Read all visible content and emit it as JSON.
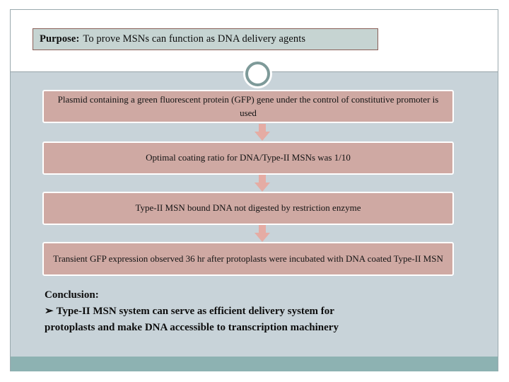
{
  "slide": {
    "title": {
      "lead": "Purpose:",
      "text": "To prove MSNs can function as DNA delivery agents"
    },
    "ornament": "ring-ornament",
    "flow_steps": [
      {
        "id": "step-1",
        "text": "Plasmid containing a green fluorescent protein (GFP) gene under the control of constitutive promoter is used"
      },
      {
        "id": "step-2",
        "text": "Optimal coating ratio for DNA/Type-II MSNs was 1/10"
      },
      {
        "id": "step-3",
        "text": "Type-II MSN bound DNA not digested by restriction enzyme"
      },
      {
        "id": "step-4",
        "text": "Transient GFP expression observed 36 hr after protoplasts were incubated with DNA coated Type-II MSN"
      }
    ],
    "connectors": [
      {
        "id": "arrow-1",
        "glyph": "down-arrow"
      },
      {
        "id": "arrow-2",
        "glyph": "down-arrow"
      },
      {
        "id": "arrow-3",
        "glyph": "down-arrow"
      }
    ],
    "conclusion": {
      "heading": "Conclusion:",
      "bullet_glyph": "➢",
      "line1": "Type-II MSN system can serve as efficient delivery system for",
      "line2": "protoplasts and make DNA accessible to transcription machinery"
    }
  },
  "colors": {
    "title_fill": "#c6d4d2",
    "title_border": "#8a5f58",
    "body_background": "#c8d3d9",
    "box_fill": "#cfa9a3",
    "box_border": "#ffffff",
    "arrow_fill": "#e5aca4",
    "footer_bar": "#8db2b2",
    "divider_line": "#96a3a8",
    "ring_stroke": "#7e9a99",
    "text": "#0d0d0d"
  }
}
